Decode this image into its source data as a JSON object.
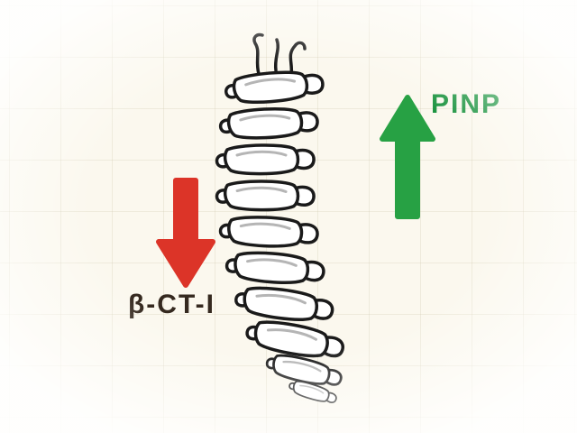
{
  "canvas": {
    "background": "#fbf8ee",
    "grid_color": "#cdc6aa"
  },
  "illustration": {
    "subject": "spine",
    "outline_color": "#1a1a1a"
  },
  "markers": {
    "resorption": {
      "label": "β-CT-I",
      "direction": "down",
      "icon": "down-arrow-icon",
      "arrow_color": "#dc3428",
      "label_color": "#35291f"
    },
    "formation": {
      "label": "PINP",
      "direction": "up",
      "icon": "up-arrow-icon",
      "arrow_color": "#27a144",
      "label_color": "#1c9440"
    }
  }
}
